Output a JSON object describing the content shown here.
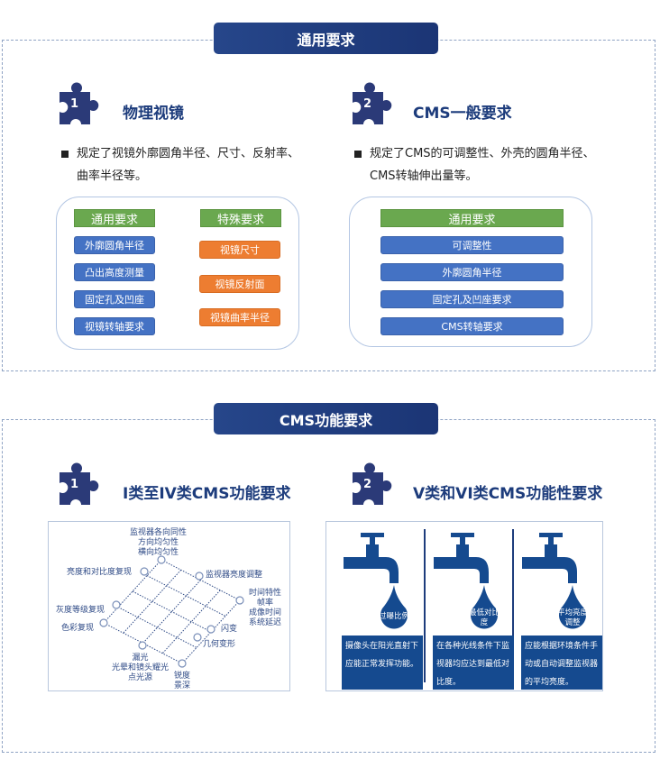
{
  "section1": {
    "banner": "通用要求",
    "left": {
      "number": "1",
      "title": "物理视镜",
      "bullet_lines": [
        "规定了视镜外廓圆角半径、尺寸、反射率、",
        "曲率半径等。"
      ],
      "general_header": "通用要求",
      "general_items": [
        "外廓圆角半径",
        "凸出高度测量",
        "固定孔及凹座",
        "视镜转轴要求"
      ],
      "special_header": "特殊要求",
      "special_items": [
        "视镜尺寸",
        "视镜反射面",
        "视镜曲率半径"
      ]
    },
    "right": {
      "number": "2",
      "title": "CMS一般要求",
      "bullet_lines": [
        "规定了CMS的可调整性、外壳的圆角半径、",
        "CMS转轴伸出量等。"
      ],
      "general_header": "通用要求",
      "general_items": [
        "可调整性",
        "外廓圆角半径",
        "固定孔及凹座要求",
        "CMS转轴要求"
      ]
    }
  },
  "section2": {
    "banner": "CMS功能要求",
    "left": {
      "number": "1",
      "title": "I类至IV类CMS功能要求",
      "diagram_labels": {
        "top": [
          "监视器各向同性",
          "方向均匀性",
          "横向均匀性"
        ],
        "brightness_contrast": "亮度和对比度复现",
        "monitor_brightness": "监视器亮度调整",
        "time": [
          "时间特性",
          "帧率",
          "成像时间",
          "系统延迟"
        ],
        "gray": "灰度等级复现",
        "color": "色彩复现",
        "flicker": "闪变",
        "geometry": "几何变形",
        "leak": [
          "漏光",
          "光晕和镜头耀光",
          "点光源"
        ],
        "sharpness": [
          "锐度",
          "景深"
        ]
      }
    },
    "right": {
      "number": "2",
      "title": "V类和VI类CMS功能性要求",
      "columns": [
        {
          "drop": "过曝比例",
          "desc": "摄像头在阳光直射下应能正常发挥功能。"
        },
        {
          "drop": "最低对比度",
          "desc": "在各种光线条件下监视器均应达到最低对比度。"
        },
        {
          "drop": "平均亮度调整",
          "desc": "应能根据环境条件手动或自动调整监视器的平均亮度。"
        }
      ]
    }
  },
  "colors": {
    "navy": "#1d3c7c",
    "green": "#6aa84f",
    "blue": "#4472c4",
    "orange": "#ed7d31",
    "tap": "#154a8f"
  }
}
